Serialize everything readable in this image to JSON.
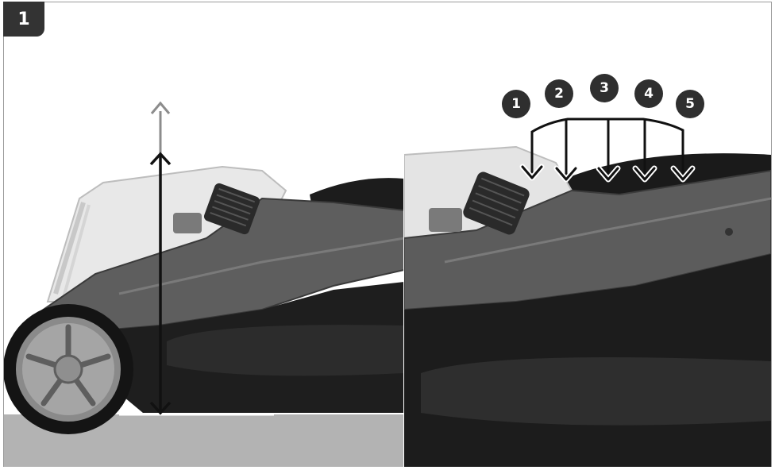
{
  "figure": {
    "number": "1"
  },
  "height_positions": [
    {
      "label": "1"
    },
    {
      "label": "2"
    },
    {
      "label": "3"
    },
    {
      "label": "4"
    },
    {
      "label": "5"
    }
  ],
  "colors": {
    "badge": "#333333",
    "ground": "#b3b3b3",
    "mower_body": "#5a5a5a",
    "mower_dark": "#1a1a1a",
    "arrow_dark": "#111111",
    "arrow_light": "#8c8c8c"
  }
}
